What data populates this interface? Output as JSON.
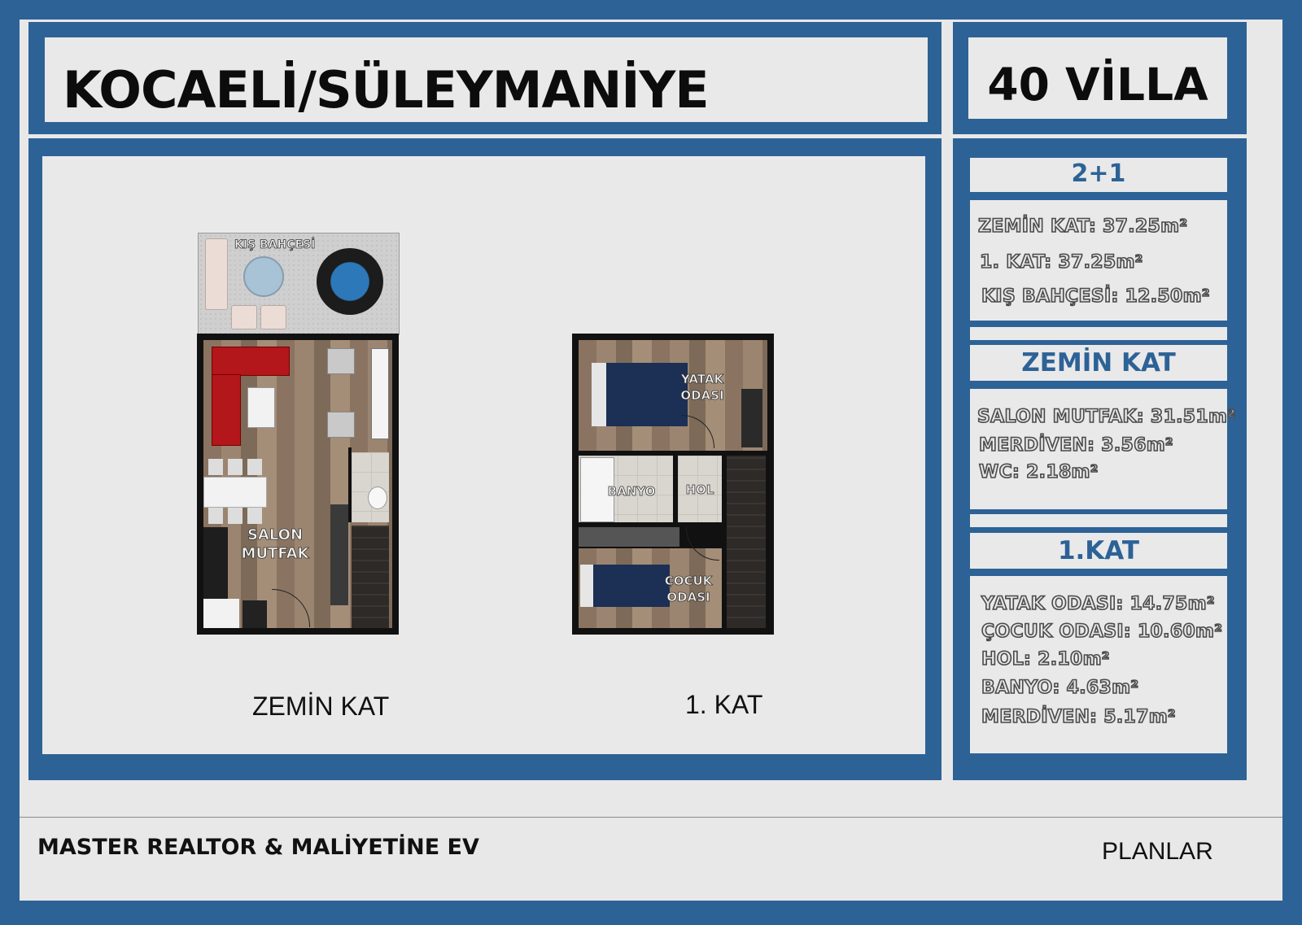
{
  "header": {
    "location_title": "KOCAELİ/SÜLEYMANİYE",
    "project_badge": "40 VİLLA"
  },
  "plans": {
    "ground_floor": {
      "label": "ZEMİN KAT",
      "rooms": {
        "winter_garden": "KIŞ BAHÇESİ",
        "salon": "SALON",
        "kitchen": "MUTFAK"
      }
    },
    "first_floor": {
      "label": "1. KAT",
      "rooms": {
        "bedroom_1": "YATAK",
        "bedroom_2": "ODASI",
        "bathroom": "BANYO",
        "hall": "HOL",
        "kids_1": "ÇOCUK",
        "kids_2": "ODASI"
      }
    }
  },
  "sidebar": {
    "type_heading": "2+1",
    "totals": [
      "ZEMİN KAT: 37.25m²",
      "1. KAT: 37.25m²",
      "KIŞ BAHÇESİ: 12.50m²"
    ],
    "ground_heading": "ZEMİN KAT",
    "ground_items": [
      "SALON MUTFAK: 31.51m²",
      "MERDİVEN: 3.56m²",
      "WC: 2.18m²"
    ],
    "first_heading": "1.KAT",
    "first_items": [
      "YATAK ODASI: 14.75m²",
      "ÇOCUK ODASI: 10.60m²",
      "HOL: 2.10m²",
      "BANYO: 4.63m²",
      "MERDİVEN: 5.17m²"
    ]
  },
  "footer": {
    "company": "MASTER REALTOR & MALİYETİNE EV",
    "section": "PLANLAR"
  },
  "colors": {
    "brand_blue": "#2d6296",
    "panel_gray": "#e9e9ea",
    "sofa_red": "#b3161b",
    "bed_navy": "#1c2f55"
  }
}
